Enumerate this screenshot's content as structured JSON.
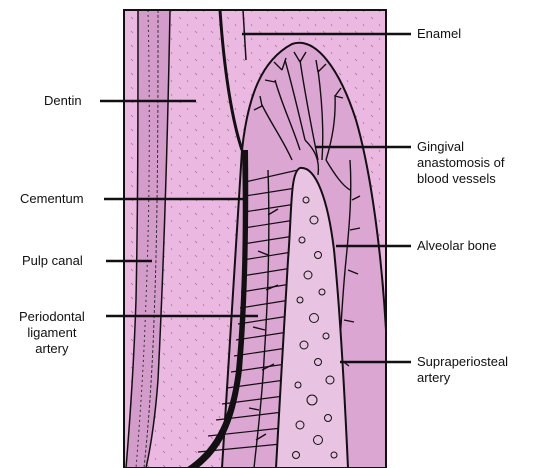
{
  "labels": {
    "enamel": "Enamel",
    "dentin": "Dentin",
    "gingival": "Gingival\nanastomosis of\nblood vessels",
    "cementum": "Cementum",
    "alveolar_bone": "Alveolar bone",
    "pulp_canal": "Pulp canal",
    "periodontal": "Periodontal\nligament\nartery",
    "supraperiosteal": "Supraperiosteal\nartery"
  },
  "colors": {
    "dentin": "#eab8e0",
    "gingiva": "#dba6d2",
    "pulp": "#d39ccb",
    "alveolar_bone": "#e8c3e2",
    "outline": "#111111"
  }
}
